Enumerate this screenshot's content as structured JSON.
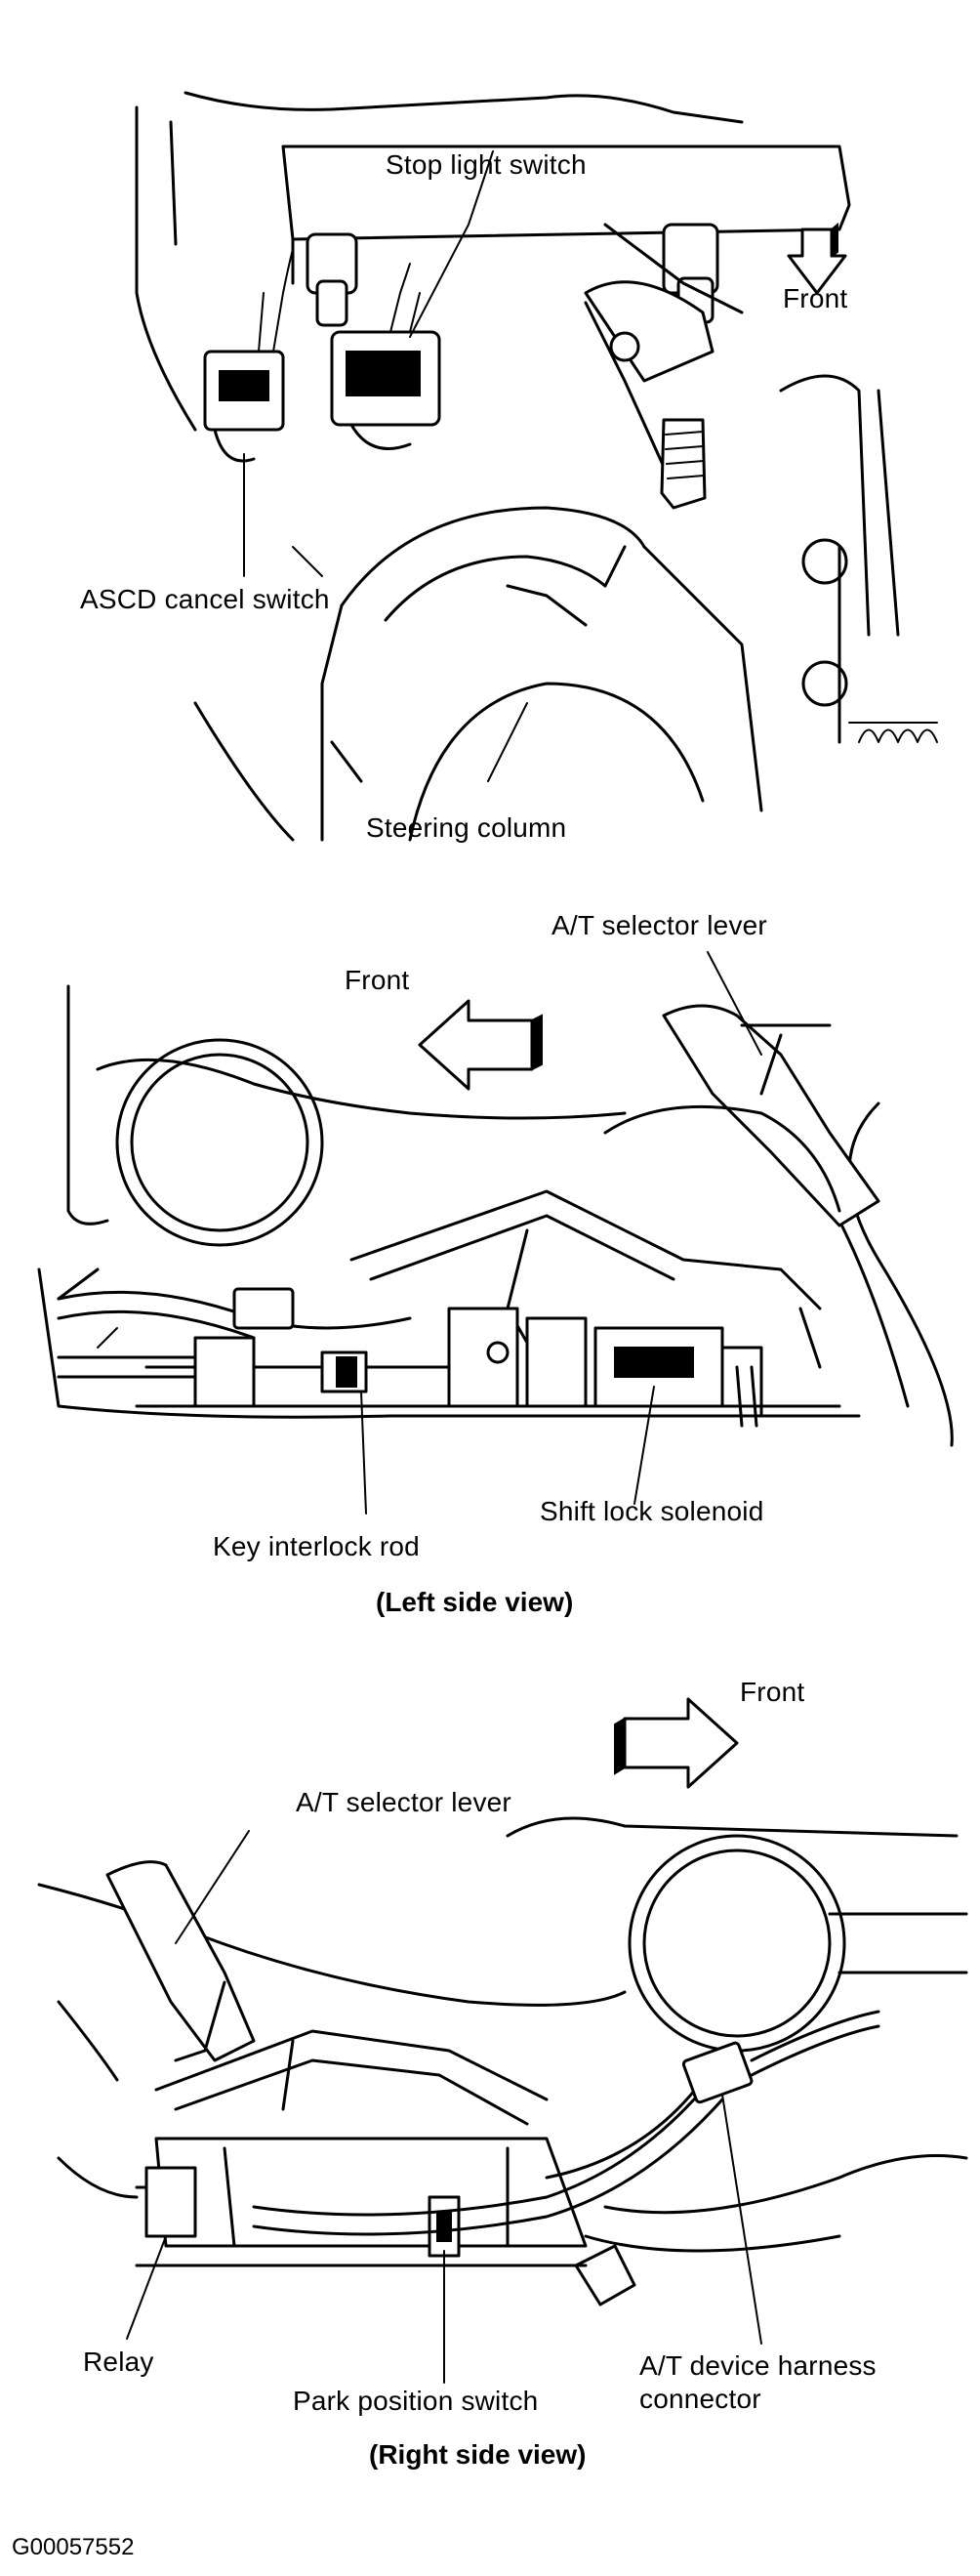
{
  "panel1": {
    "stop_light_switch": "Stop light switch",
    "front": "Front",
    "ascd_cancel_switch": "ASCD cancel switch",
    "steering_column": "Steering column"
  },
  "panel2": {
    "selector_lever": "A/T selector lever",
    "front": "Front",
    "shift_lock_solenoid": "Shift lock solenoid",
    "key_interlock_rod": "Key interlock rod",
    "caption": "(Left side view)"
  },
  "panel3": {
    "front": "Front",
    "selector_lever": "A/T selector lever",
    "relay": "Relay",
    "park_position_switch": "Park position switch",
    "harness_connector_line1": "A/T device harness",
    "harness_connector_line2": "connector",
    "caption": "(Right side view)"
  },
  "figure_code": "G00057552"
}
